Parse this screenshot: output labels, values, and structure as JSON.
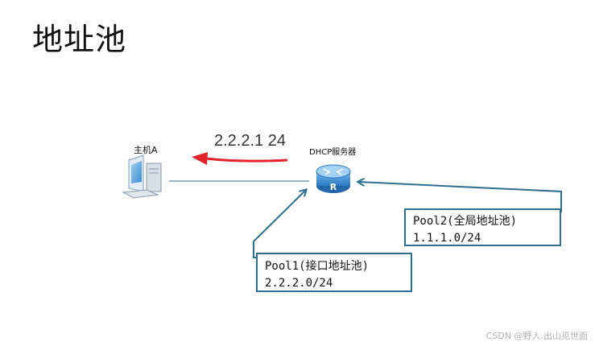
{
  "title": "地址池",
  "host": {
    "label": "主机A"
  },
  "server": {
    "label": "DHCP服务器",
    "router_glyph": "R"
  },
  "assigned_ip": "2.2.2.1 24",
  "pool1": {
    "name": "Pool1(接口地址池)",
    "subnet": "2.2.2.0/24"
  },
  "pool2": {
    "name": "Pool2(全局地址池)",
    "subnet": "1.1.1.0/24"
  },
  "watermark": "CSDN @野人.出山见世面",
  "colors": {
    "arrow_red": "#e3242b",
    "connector_teal": "#2c6f8e",
    "router_blue": "#3b8fd4"
  },
  "icons": [
    "computer-icon",
    "router-icon"
  ]
}
